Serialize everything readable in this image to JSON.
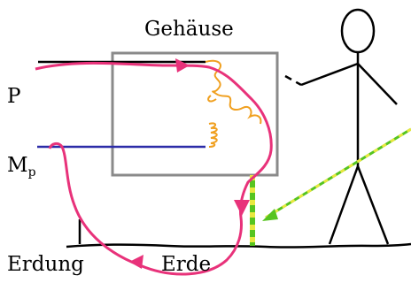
{
  "diagram": {
    "labels": {
      "housing": "Gehäuse",
      "phase": "P",
      "neutral_base": "M",
      "neutral_sub": "p",
      "grounding": "Erdung",
      "earth": "Erde"
    },
    "colors": {
      "fault_current": "#e8327a",
      "neutral_wire": "#2c2ca8",
      "fault_arc": "#f0a020",
      "pe_stripe_green": "#56c420",
      "pe_stripe_yellow": "#e8e840",
      "housing_border": "#8a8a8a",
      "ink": "#000000"
    }
  }
}
